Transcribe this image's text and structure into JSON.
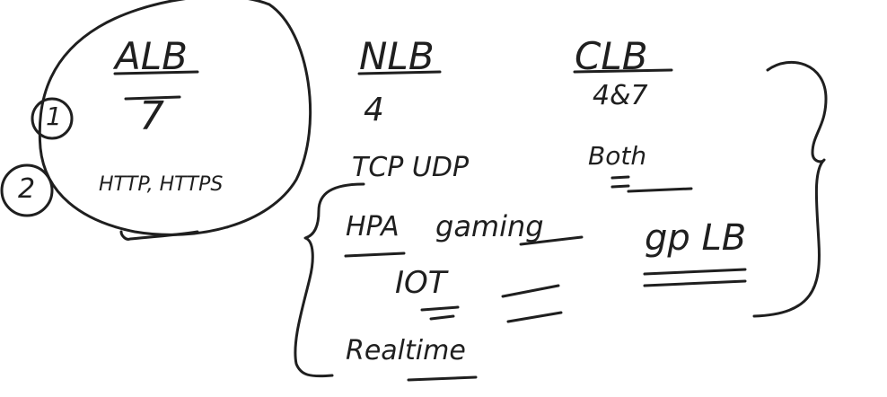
{
  "whiteboard": {
    "alb": {
      "title": "ALB",
      "layer": "7",
      "protocols": "HTTP, HTTPS",
      "marker_1": "1",
      "marker_2": "2"
    },
    "nlb": {
      "title": "NLB",
      "layer": "4",
      "protocols": "TCP UDP",
      "use_cases": [
        "HPA",
        "gaming",
        "IOT",
        "Realtime"
      ]
    },
    "clb": {
      "title": "CLB",
      "layers": "4&7"
    },
    "side_notes": [
      "Both",
      "gp LB"
    ]
  }
}
